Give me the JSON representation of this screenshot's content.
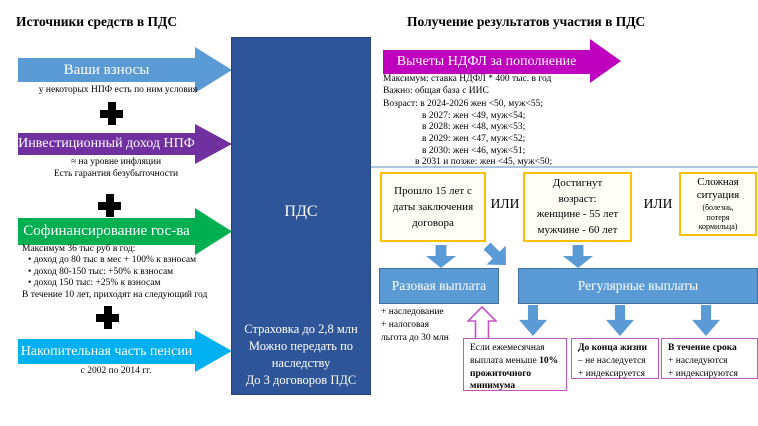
{
  "colors": {
    "blue": "#5B9BD5",
    "blue_border": "#41719C",
    "dark_blue": "#2E5597",
    "purple": "#7030A0",
    "green": "#00B050",
    "cyan": "#00B0F0",
    "magenta": "#BF00BF",
    "magenta_box_border": "#C653C6",
    "yellow_border": "#FFC000"
  },
  "left": {
    "title": "Источники средств в ПДС",
    "plus": "+",
    "sources": [
      {
        "label": "Ваши взносы",
        "note": "у некоторых НПФ есть по ним условия"
      },
      {
        "label": "Инвестиционный доход НПФ",
        "note_lines": [
          "≈ на уровне инфляции",
          "Есть гарантия безубыточности"
        ]
      },
      {
        "label": "Софинансирование гос-ва",
        "note_lines": [
          "Максимум 36 тыс руб в год:",
          "• доход до 80 тыс в мес + 100% к взносам",
          "• доход 80-150 тыс: +50% к взносам",
          "• доход 150 тыс: +25% к взносам",
          "В течение 10 лет, приходят на следующий год"
        ]
      },
      {
        "label": "Накопительная часть пенсии",
        "note": "с 2002 по 2014 гг."
      }
    ]
  },
  "center": {
    "label": "ПДС",
    "footer_lines": [
      "Страховка до 2,8 млн",
      "Можно передать по наследству",
      "До 3 договоров ПДС"
    ]
  },
  "right": {
    "title": "Получение результатов участия в ПДС",
    "deduction": {
      "label": "Вычеты НДФЛ за пополнение",
      "details": [
        "Максимум: ставка НДФЛ * 400 тыс. в год",
        "Важно: общая база с ИИС",
        "Возраст: в 2024-2026 жен <50, муж<55;",
        "в 2027: жен <49, муж<54;",
        "в 2028: жен <48, муж<53;",
        "в 2029: жен <47, муж<52;",
        "в 2030: жен <46, муж<51;",
        "в 2031 и позже: жен <45, муж<50;"
      ]
    },
    "or_label": "ИЛИ",
    "conditions": {
      "years": {
        "lines": [
          "Прошло 15 лет с",
          "даты заключения",
          "договора"
        ]
      },
      "age": {
        "lines": [
          "Достигнут",
          "возраст:",
          "женщине - 55 лет",
          "мужчине - 60 лет"
        ]
      },
      "hardship": {
        "title": "Сложная ситуация",
        "small": "(болезнь, потеря кормильца)"
      }
    },
    "payouts": {
      "single": {
        "label": "Разовая выплата",
        "notes": [
          "+ наследование",
          "+ налоговая",
          "льгота до 30 млн"
        ]
      },
      "regular": {
        "label": "Регулярные выплаты"
      }
    },
    "outcomes": {
      "small_payment": {
        "normal": "Если ежемесячная выплата меньше ",
        "bold": "10% прожиточного минимума"
      },
      "lifetime": {
        "title": "До конца жизни",
        "lines": [
          "– не наследуется",
          "+ индексируется"
        ]
      },
      "fixed_term": {
        "title": "В течение срока",
        "lines": [
          "+ наследуются",
          "+ индексируются"
        ]
      }
    }
  }
}
